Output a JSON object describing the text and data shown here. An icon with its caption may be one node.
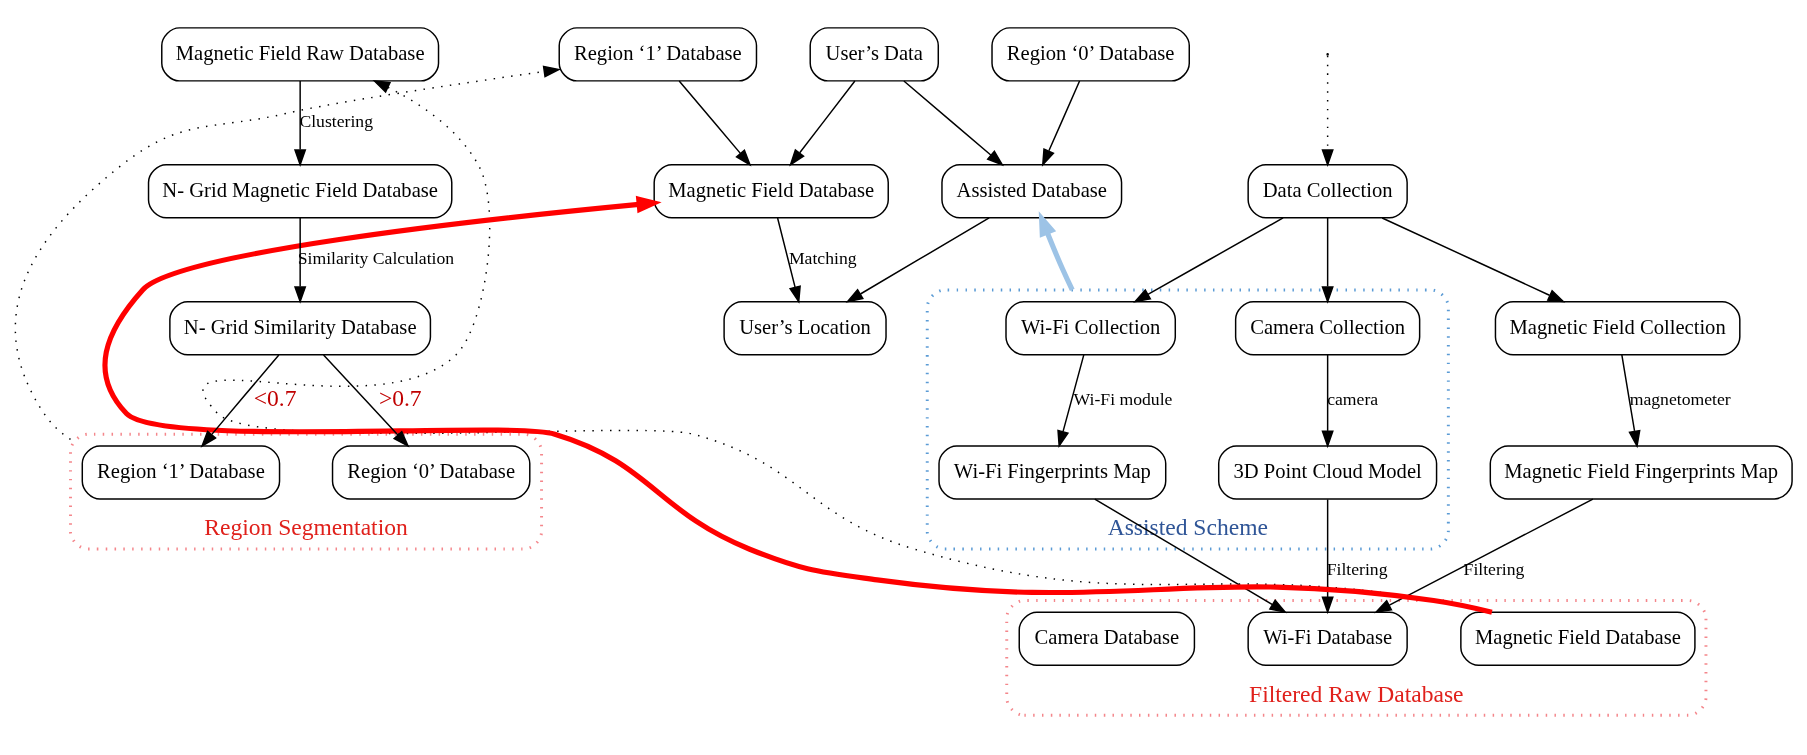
{
  "diagram": {
    "nodes": [
      {
        "text": [
          "Data Collection"
        ]
      },
      {
        "text": [
          "Magnetic Field Collection"
        ]
      },
      {
        "text": [
          "Assisted Scheme"
        ]
      },
      {
        "text": [
          "Wi-Fi Collection"
        ],
        "in": 2
      },
      {
        "text": [
          "Camera Collection"
        ],
        "in": 2
      },
      {
        "text": [
          "Magnetic Field Fingerprints Map"
        ]
      },
      {
        "text": [
          "Wi-Fi Fingerprints Map"
        ],
        "in": 2
      },
      {
        "text": [
          "3D Point Cloud Model"
        ],
        "in": 2
      },
      {
        "text": [
          "Filtered Raw Database"
        ]
      },
      {
        "text": [
          "Magnetic Field Database"
        ],
        "in": 8
      },
      {
        "text": [
          "Wi-Fi Database"
        ],
        "in": 8
      },
      {
        "text": [
          "Camera Database"
        ],
        "in": 8
      },
      {
        "text": [
          "Magnetic Field Raw Database"
        ]
      },
      {
        "text": [
          "N- Grid Magnetic Field Database"
        ]
      },
      {
        "text": [
          "N- Grid Similarity Database"
        ]
      },
      {
        "text": [
          "Region Segmentation"
        ]
      },
      {
        "text": [
          "Region ‘1’ Database"
        ],
        "in": 15
      },
      {
        "text": [
          "Region ‘0’ Database"
        ],
        "in": 15
      },
      {
        "text": [
          "Region ‘1’ Database"
        ]
      },
      {
        "text": [
          "Region ‘0’ Database"
        ]
      },
      {
        "text": [
          "User’s Data"
        ]
      },
      {
        "text": [
          "Magnetic Field Database"
        ]
      },
      {
        "text": [
          "Assisted Database"
        ]
      },
      {
        "text": [
          "User’s Location"
        ]
      }
    ],
    "edges": [
      {
        "from": null,
        "to": 0,
        "arrow": "to",
        "style": "dashed"
      },
      {
        "from": 0,
        "to": 1,
        "arrow": "to"
      },
      {
        "from": 0,
        "to": 3,
        "arrow": "to"
      },
      {
        "from": 0,
        "to": 4,
        "arrow": "to"
      },
      {
        "from": 1,
        "to": 5,
        "arrow": "to",
        "label": "magnetometer"
      },
      {
        "from": 3,
        "to": 6,
        "arrow": "to",
        "label": "Wi-Fi module"
      },
      {
        "from": 4,
        "to": 7,
        "arrow": "to",
        "label": "camera"
      },
      {
        "from": 5,
        "to": 10,
        "arrow": "to",
        "label": "Filtering"
      },
      {
        "from": 6,
        "to": 10,
        "arrow": "to"
      },
      {
        "from": 7,
        "to": 10,
        "arrow": "to",
        "label": "Filtering"
      },
      {
        "from": 8,
        "to": 12,
        "arrow": "to",
        "style": "dashed"
      },
      {
        "from": 12,
        "to": 13,
        "arrow": "to",
        "label": "Clustering"
      },
      {
        "from": 13,
        "to": 14,
        "arrow": "to",
        "label": "Similarity Calculation"
      },
      {
        "from": 14,
        "to": 16,
        "arrow": "to",
        "label": "<0.7"
      },
      {
        "from": 14,
        "to": 17,
        "arrow": "to",
        "label": ">0.7"
      },
      {
        "from": 15,
        "to": 18,
        "arrow": "to",
        "style": "dashed"
      },
      {
        "from": 18,
        "to": 21,
        "arrow": "to"
      },
      {
        "from": 19,
        "to": 22,
        "arrow": "to"
      },
      {
        "from": 20,
        "to": 21,
        "arrow": "to"
      },
      {
        "from": 20,
        "to": 22,
        "arrow": "to"
      },
      {
        "from": 21,
        "to": 23,
        "arrow": "to",
        "label": "Matching"
      },
      {
        "from": 22,
        "to": 23,
        "arrow": "to"
      },
      {
        "from": 9,
        "to": 21,
        "arrow": "to",
        "style": "thick",
        "color": "#ff0000"
      },
      {
        "from": 2,
        "to": 22,
        "arrow": "to",
        "style": "thick",
        "color": "#9dc3e6"
      }
    ]
  }
}
